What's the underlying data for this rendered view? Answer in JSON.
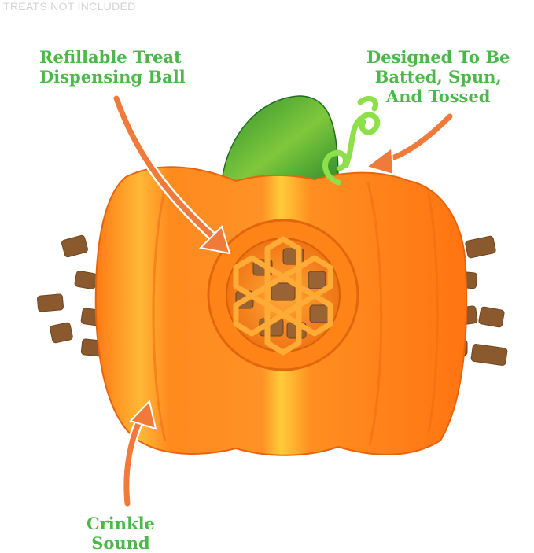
{
  "disclaimer": "TREATS NOT INCLUDED",
  "callouts": {
    "ball": [
      "Refillable Treat",
      "Dispensing Ball"
    ],
    "bat": [
      "Designed To Be",
      "Batted, Spun,",
      "And Tossed"
    ],
    "crinkle": [
      "Crinkle",
      "Sound"
    ]
  },
  "colors": {
    "callout_text": "#4cb84a",
    "arrow": "#f07a3a",
    "pumpkin": "#ff8a1e",
    "pumpkin_highlight": "#ffd23c",
    "leaf": "#3aa63a",
    "curl": "#8ee04a",
    "treat": "#8a5a2e"
  }
}
